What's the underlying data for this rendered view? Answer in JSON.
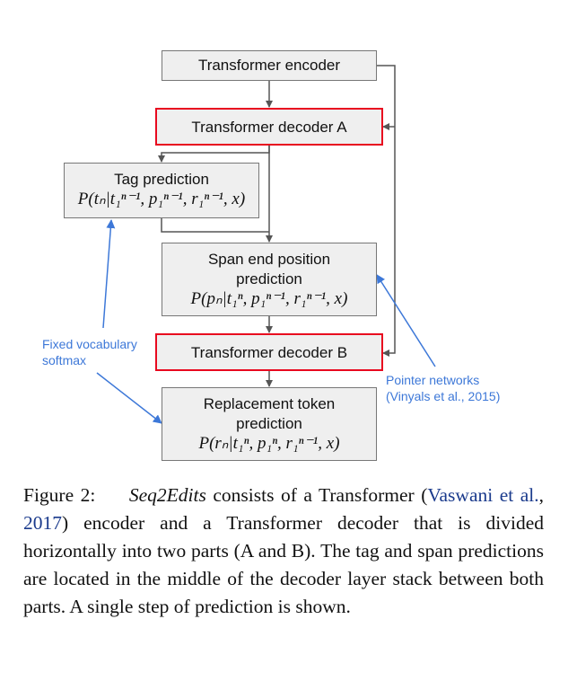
{
  "diagram": {
    "nodes": {
      "encoder": "Transformer encoder",
      "decoder_a": "Transformer decoder A",
      "tag_prediction": {
        "label": "Tag prediction",
        "formula": "P(tₙ|t₁ⁿ⁻¹, p₁ⁿ⁻¹, r₁ⁿ⁻¹, x)"
      },
      "span_prediction": {
        "label_line1": "Span end position",
        "label_line2": "prediction",
        "formula": "P(pₙ|t₁ⁿ, p₁ⁿ⁻¹, r₁ⁿ⁻¹, x)"
      },
      "decoder_b": "Transformer decoder B",
      "replacement_prediction": {
        "label_line1": "Replacement token",
        "label_line2": "prediction",
        "formula": "P(rₙ|t₁ⁿ, p₁ⁿ, r₁ⁿ⁻¹, x)"
      }
    },
    "annotations": {
      "fixed_vocab_line1": "Fixed vocabulary",
      "fixed_vocab_line2": "softmax",
      "pointer_line1": "Pointer networks",
      "pointer_line2": "(Vinyals et al., 2015)"
    },
    "colors": {
      "highlight": "#e8091f",
      "annotation": "#3d78d8",
      "box_fill": "#efefef",
      "box_border": "#777777"
    }
  },
  "caption": {
    "figure_label": "Figure 2:",
    "title_italic": "Seq2Edits",
    "text_1": " consists of a Trans­former (",
    "cite_author": "Vaswani et al.",
    "cite_sep": ", ",
    "cite_year": "2017",
    "text_2": ") encoder and a Transformer decoder that is divided horizontally into two parts (A and B). The tag and span predictions are located in the middle of the decoder layer stack between both parts.  A single step of prediction is shown."
  }
}
